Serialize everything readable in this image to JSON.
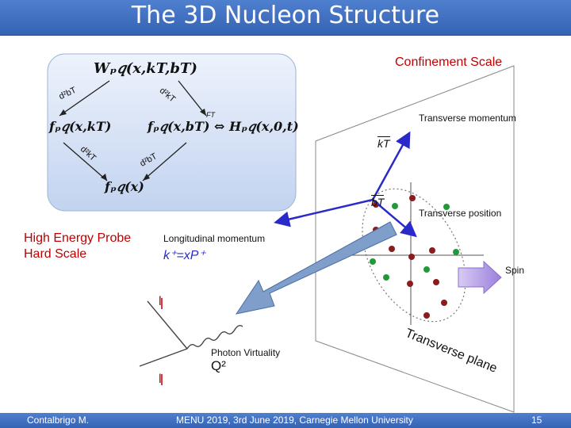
{
  "slide": {
    "title": "The 3D Nucleon Structure",
    "confinement_scale": "Confinement Scale",
    "probe_line1": "High Energy Probe",
    "probe_line2": "Hard Scale",
    "longitudinal_momentum": "Longitudinal momentum",
    "kplus_formula": "k⁺=xP⁺",
    "transverse_momentum": "Transverse momentum",
    "kT": "kT",
    "bT": "bT",
    "transverse_position": "Transverse position",
    "spin": "Spin",
    "photon_virtuality": "Photon Virtuality",
    "q2": "Q²",
    "lepton_label": "l",
    "transverse_plane": "Transverse plane"
  },
  "diagram": {
    "W": "Wₚ𝑞(x,kT,bT)",
    "f_k": "fₚ𝑞(x,kT)",
    "f_b": "fₚ𝑞(x,bT) ⇔ Hₚ𝑞(x,0,t)",
    "FT": "FT",
    "f_x": "fₚ𝑞(x)",
    "int_bT_top": "d²bT",
    "int_kT_top": "d²kT",
    "int_kT_bottom": "d²kT",
    "int_bT_bottom": "d²bT"
  },
  "footer": {
    "author": "Contalbrigo M.",
    "event": "MENU 2019, 3rd June 2019, Carnegie Mellon University",
    "page": "15"
  },
  "colors": {
    "title_bar": "#3d6cc0",
    "diagram_box": "#c6d6f2",
    "confinement_text": "#c00000",
    "probe_text": "#c00000",
    "vector_blue": "#2a2acb",
    "arrow_fill": "#7f9fca",
    "spin_arrow": "#b49ae0",
    "dot_red": "#8b1c1c",
    "dot_green": "#1f9a3a"
  }
}
